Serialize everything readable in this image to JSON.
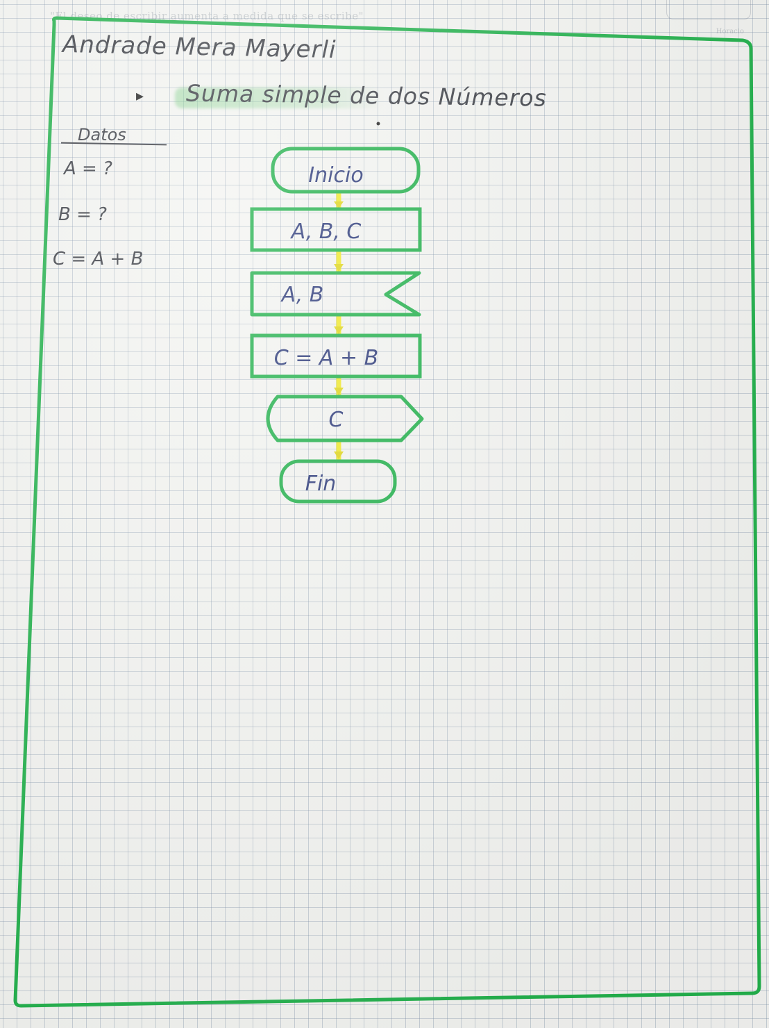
{
  "notebook": {
    "header_print": "\"El deseo de escribir aumenta a medida que se escribe\"",
    "header_right": "Horacio"
  },
  "author": "Andrade Mera Mayerli",
  "bullet": "▸",
  "title": "Suma simple de dos Números",
  "datos": {
    "label": "Datos",
    "lines": [
      "A = ?",
      "B = ?",
      "C = A + B"
    ]
  },
  "flowchart": {
    "border_color": "#22b14c",
    "arrow_color": "#f1e92a",
    "text_color": "#2c3a7a",
    "nodes": [
      {
        "id": "start",
        "shape": "terminal",
        "label": "Inicio"
      },
      {
        "id": "declare",
        "shape": "process",
        "label": "A, B, C"
      },
      {
        "id": "input",
        "shape": "manual-input",
        "label": "A, B"
      },
      {
        "id": "calc",
        "shape": "process",
        "label": "C = A + B"
      },
      {
        "id": "output",
        "shape": "display",
        "label": "C"
      },
      {
        "id": "end",
        "shape": "terminal",
        "label": "Fin"
      }
    ],
    "edges": [
      {
        "from": "start",
        "to": "declare"
      },
      {
        "from": "declare",
        "to": "input"
      },
      {
        "from": "input",
        "to": "calc"
      },
      {
        "from": "calc",
        "to": "output"
      },
      {
        "from": "output",
        "to": "end"
      }
    ]
  }
}
